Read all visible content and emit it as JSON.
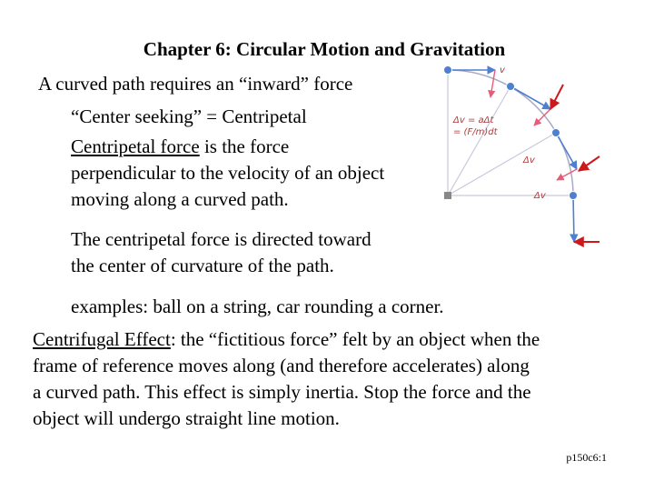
{
  "title": "Chapter 6: Circular Motion and Gravitation",
  "intro": {
    "line1": "A curved path requires an “inward” force",
    "line2": "“Center seeking” = Centripetal",
    "line3_term": "Centripetal force",
    "line3_rest": " is the force",
    "line4": "perpendicular to the velocity of an object",
    "line5": "moving along a curved path."
  },
  "direction": {
    "line1": "The centripetal force is directed toward",
    "line2": "the center of curvature of the path."
  },
  "examples": "examples: ball on a string, car rounding a corner.",
  "centrifugal": {
    "term": "Centrifugal Effect",
    "line1_rest": ": the “fictitious force” felt by an object when the",
    "line2": "frame of reference moves along (and therefore accelerates) along",
    "line3": "a curved path.  This effect is simply inertia.  Stop the force and the",
    "line4": "object will undergo straight line motion."
  },
  "footer": "p150c6:1",
  "figure": {
    "labels": {
      "v": "v",
      "dv_eq_line1": "Δv = aΔt",
      "dv_eq_line2": "= (F/m)dt",
      "dv_mid": "Δv",
      "dv_low": "Δv"
    },
    "colors": {
      "path": "#a9a9c9",
      "point": "#4f7fd0",
      "velocity": "#4f7fd0",
      "delta_v": "#e85b79",
      "force": "#cc1a1a",
      "center": "#888888",
      "label": "#b03a3a"
    }
  }
}
